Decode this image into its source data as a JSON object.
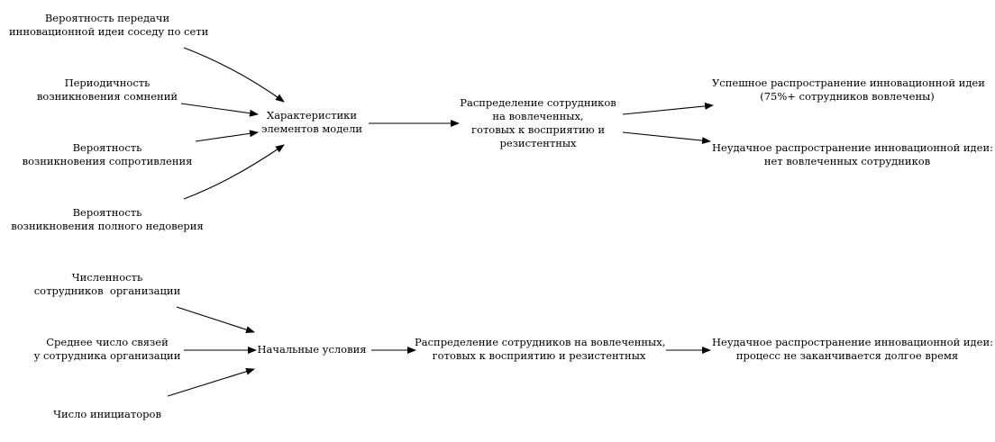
{
  "diagram": {
    "nodes": {
      "prob_transfer": [
        "Вероятность передачи",
        "инновационной идеи соседу по сети"
      ],
      "doubt_freq": [
        "Периодичность",
        "возникновения сомнений"
      ],
      "prob_resist": [
        "Вероятность",
        "возникновения сопротивления"
      ],
      "prob_distrust": [
        "Вероятность",
        "возникновения полного недоверия"
      ],
      "characteristics": [
        "Характеристики",
        "элементов модели"
      ],
      "distribution_1": [
        "Распределение сотрудников",
        "на вовлеченных,",
        "готовых к восприятию и",
        "резистентных"
      ],
      "success": [
        "Успешное распространение инновационной идеи",
        "(75%+ сотрудников вовлечены)"
      ],
      "failure_1": [
        "Неудачное распространение инновационной идеи:",
        "нет вовлеченных сотрудников"
      ],
      "staff_count": [
        "Численность",
        "сотрудников  организации"
      ],
      "avg_links": [
        "Среднее число связей",
        "у сотрудника организации"
      ],
      "initiators": [
        "Число инициаторов"
      ],
      "initial_conditions": [
        "Начальные условия"
      ],
      "distribution_2": [
        "Распределение сотрудников на вовлеченных,",
        "готовых к восприятию и резистентных"
      ],
      "failure_2": [
        "Неудачное распространение инновационной идеи:",
        "процесс не заканчивается долгое время"
      ]
    },
    "edges": [
      {
        "from": "prob_transfer",
        "to": "characteristics"
      },
      {
        "from": "doubt_freq",
        "to": "characteristics"
      },
      {
        "from": "prob_resist",
        "to": "characteristics"
      },
      {
        "from": "prob_distrust",
        "to": "characteristics"
      },
      {
        "from": "characteristics",
        "to": "distribution_1"
      },
      {
        "from": "distribution_1",
        "to": "success"
      },
      {
        "from": "distribution_1",
        "to": "failure_1"
      },
      {
        "from": "staff_count",
        "to": "initial_conditions"
      },
      {
        "from": "avg_links",
        "to": "initial_conditions"
      },
      {
        "from": "initiators",
        "to": "initial_conditions"
      },
      {
        "from": "initial_conditions",
        "to": "distribution_2"
      },
      {
        "from": "distribution_2",
        "to": "failure_2"
      }
    ],
    "colors": {
      "text": "#000000",
      "arrow": "#000000",
      "background": "#ffffff"
    }
  }
}
